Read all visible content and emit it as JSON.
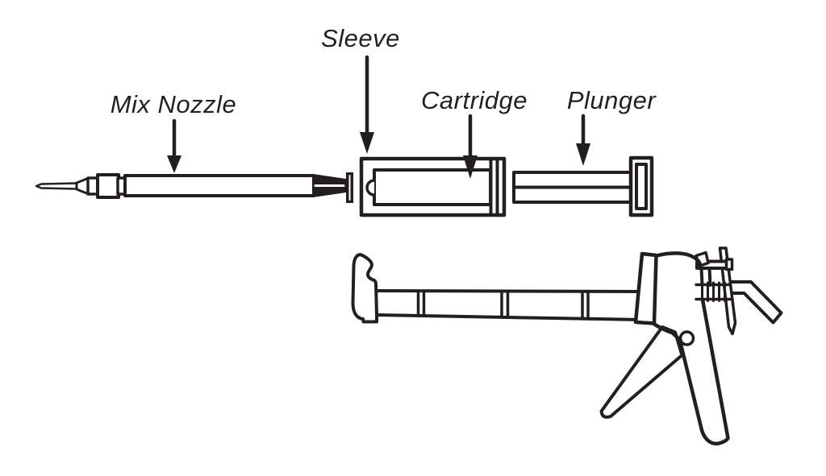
{
  "diagram": {
    "subject": "Cartridge applicator gun parts diagram",
    "line_color": "#231F20",
    "background_color": "#FFFFFF",
    "labels": [
      {
        "id": "mix-nozzle",
        "text": "Mix Nozzle"
      },
      {
        "id": "sleeve",
        "text": "Sleeve"
      },
      {
        "id": "cartridge",
        "text": "Cartridge"
      },
      {
        "id": "plunger",
        "text": "Plunger"
      }
    ]
  }
}
